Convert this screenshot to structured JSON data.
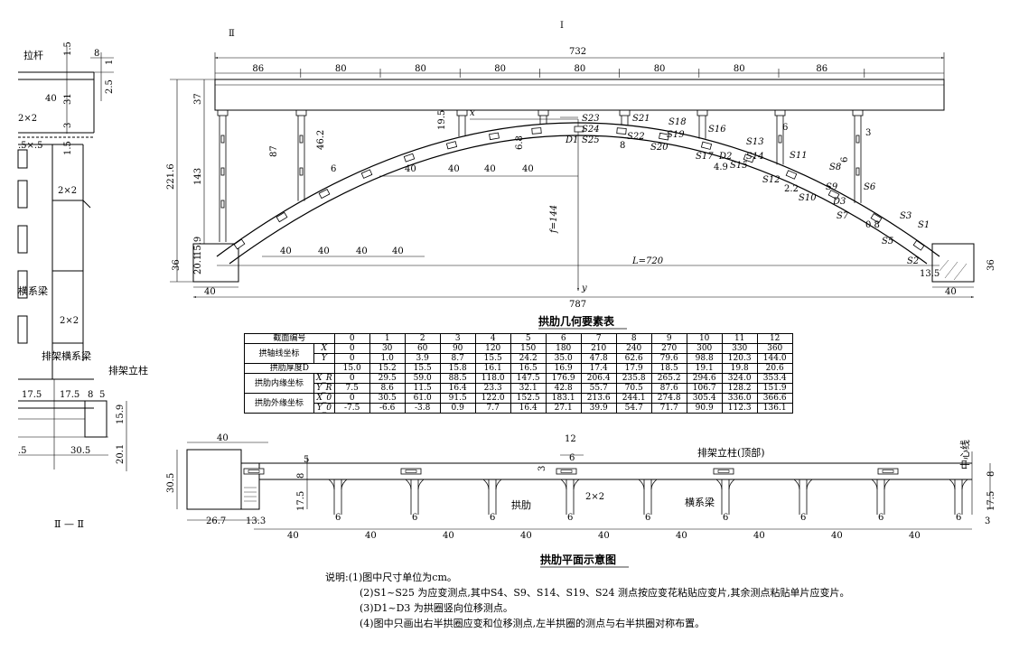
{
  "elevation": {
    "section_marks": [
      "Ⅱ",
      "Ⅰ"
    ],
    "dims_top": {
      "total": "732",
      "spans": [
        "86",
        "80",
        "80",
        "80",
        "80",
        "80",
        "80",
        "86"
      ]
    },
    "dims_left": {
      "total": "221.6",
      "deck": "37",
      "column": "143",
      "base": "36",
      "base_small": "20.1",
      "base_small2": "15.9"
    },
    "dims_inner": [
      "87",
      "46.2",
      "19.5",
      "6",
      "6.8",
      "8",
      "6",
      "3",
      "4.9",
      "2.2",
      "0.8",
      "6",
      "13.5"
    ],
    "dims_x": [
      "40",
      "40",
      "40",
      "40"
    ],
    "dims_bottom": [
      "40",
      "40",
      "40",
      "40"
    ],
    "f_label": "f=144",
    "L_label": "L=720",
    "bottom_total": "787",
    "bottom_side": "40",
    "right_base": "36",
    "axis_x": "x",
    "axis_y": "y",
    "points": [
      "S1",
      "S2",
      "S3",
      "S5",
      "S6",
      "S7",
      "S8",
      "S9",
      "S10",
      "S11",
      "S12",
      "S13",
      "S14",
      "S15",
      "S16",
      "S17",
      "S18",
      "S19",
      "S20",
      "S21",
      "S22",
      "S23",
      "S24",
      "S25",
      "D1",
      "D2",
      "D3"
    ]
  },
  "side_section": {
    "labels": {
      "tie": "拉杆",
      "cross_beam": "横系梁",
      "bent_beam": "排架横系梁",
      "bent_column": "排架立柱",
      "section": "Ⅱ — Ⅱ"
    },
    "dims": [
      "1.5",
      "8",
      "1",
      "2.5",
      "31",
      "40",
      "3",
      "1.5",
      "2×2",
      ".5×.5",
      "2×2",
      "2×2",
      "17.5",
      "17.5",
      "8",
      "5",
      "15.9",
      "20.1",
      ".5",
      "30.5"
    ]
  },
  "table": {
    "title": "拱肋几何要素表",
    "header_label": "截面编号",
    "sections": [
      "0",
      "1",
      "2",
      "3",
      "4",
      "5",
      "6",
      "7",
      "8",
      "9",
      "10",
      "11",
      "12"
    ],
    "rows": [
      {
        "group": "拱轴线坐标",
        "sub": "X",
        "values": [
          "0",
          "30",
          "60",
          "90",
          "120",
          "150",
          "180",
          "210",
          "240",
          "270",
          "300",
          "330",
          "360"
        ]
      },
      {
        "group": "",
        "sub": "Y",
        "values": [
          "0",
          "1.0",
          "3.9",
          "8.7",
          "15.5",
          "24.2",
          "35.0",
          "47.8",
          "62.6",
          "79.6",
          "98.8",
          "120.3",
          "144.0"
        ]
      },
      {
        "group": "拱肋厚度D",
        "sub": "",
        "values": [
          "15.0",
          "15.2",
          "15.5",
          "15.8",
          "16.1",
          "16.5",
          "16.9",
          "17.4",
          "17.9",
          "18.5",
          "19.1",
          "19.8",
          "20.6"
        ]
      },
      {
        "group": "拱肋内缘坐标",
        "sub": "X_R",
        "values": [
          "0",
          "29.5",
          "59.0",
          "88.5",
          "118.0",
          "147.5",
          "176.9",
          "206.4",
          "235.8",
          "265.2",
          "294.6",
          "324.0",
          "353.4"
        ]
      },
      {
        "group": "",
        "sub": "Y_R",
        "values": [
          "7.5",
          "8.6",
          "11.5",
          "16.4",
          "23.3",
          "32.1",
          "42.8",
          "55.7",
          "70.5",
          "87.6",
          "106.7",
          "128.2",
          "151.9"
        ]
      },
      {
        "group": "拱肋外缘坐标",
        "sub": "X_0",
        "values": [
          "0",
          "30.5",
          "61.0",
          "91.5",
          "122.0",
          "152.5",
          "183.1",
          "213.6",
          "244.1",
          "274.8",
          "305.4",
          "336.0",
          "366.6"
        ]
      },
      {
        "group": "",
        "sub": "Y_0",
        "values": [
          "-7.5",
          "-6.6",
          "-3.8",
          "0.9",
          "7.7",
          "16.4",
          "27.1",
          "39.9",
          "54.7",
          "71.7",
          "90.9",
          "112.3",
          "136.1"
        ]
      }
    ]
  },
  "plan": {
    "title": "拱肋平面示意图",
    "labels": {
      "centerline": "中心线",
      "column_top": "排架立柱(顶部)",
      "rib": "拱肋",
      "cross_beam": "横系梁",
      "small": "2×2"
    },
    "dims_top": [
      "40",
      "12",
      "6"
    ],
    "dims_left": [
      "30.5",
      "8",
      "5",
      "17.5"
    ],
    "dims_right": [
      "17.5",
      "8"
    ],
    "col_dims": [
      "6",
      "6",
      "6",
      "6",
      "6",
      "6",
      "6",
      "6",
      "6"
    ],
    "inner": "3",
    "right_small": "3",
    "bottom_first": [
      "26.7",
      "13.3"
    ],
    "bottom": [
      "40",
      "40",
      "40",
      "40",
      "40",
      "40",
      "40",
      "40",
      "40"
    ]
  },
  "notes": {
    "lead": "说明:(1)图中尺寸单位为cm。",
    "items": [
      "(2)S1~S25 为应变测点,其中S4、S9、S14、S19、S24 测点按应变花粘贴应变片,其余测点粘贴单片应变片。",
      "(3)D1~D3 为拱圈竖向位移测点。",
      "(4)图中只画出右半拱圈应变和位移测点,左半拱圈的测点与右半拱圈对称布置。"
    ]
  }
}
